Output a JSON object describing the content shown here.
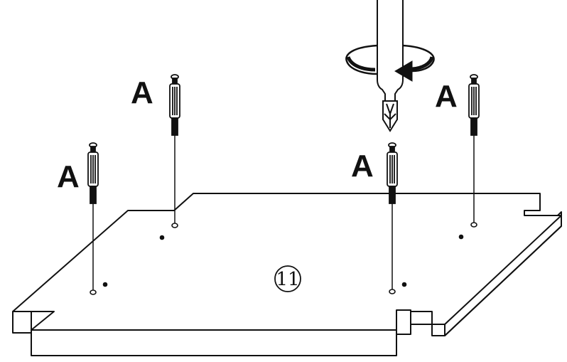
{
  "labels": {
    "screw_a1": "A",
    "screw_a2": "A",
    "screw_a3": "A",
    "screw_a4": "A"
  },
  "panel": {
    "number": "11"
  },
  "tool": {
    "icon": "screwdriver-icon",
    "rotation_icon": "rotate-clockwise-icon"
  },
  "colors": {
    "line": "#111111",
    "fill": "#ffffff"
  }
}
